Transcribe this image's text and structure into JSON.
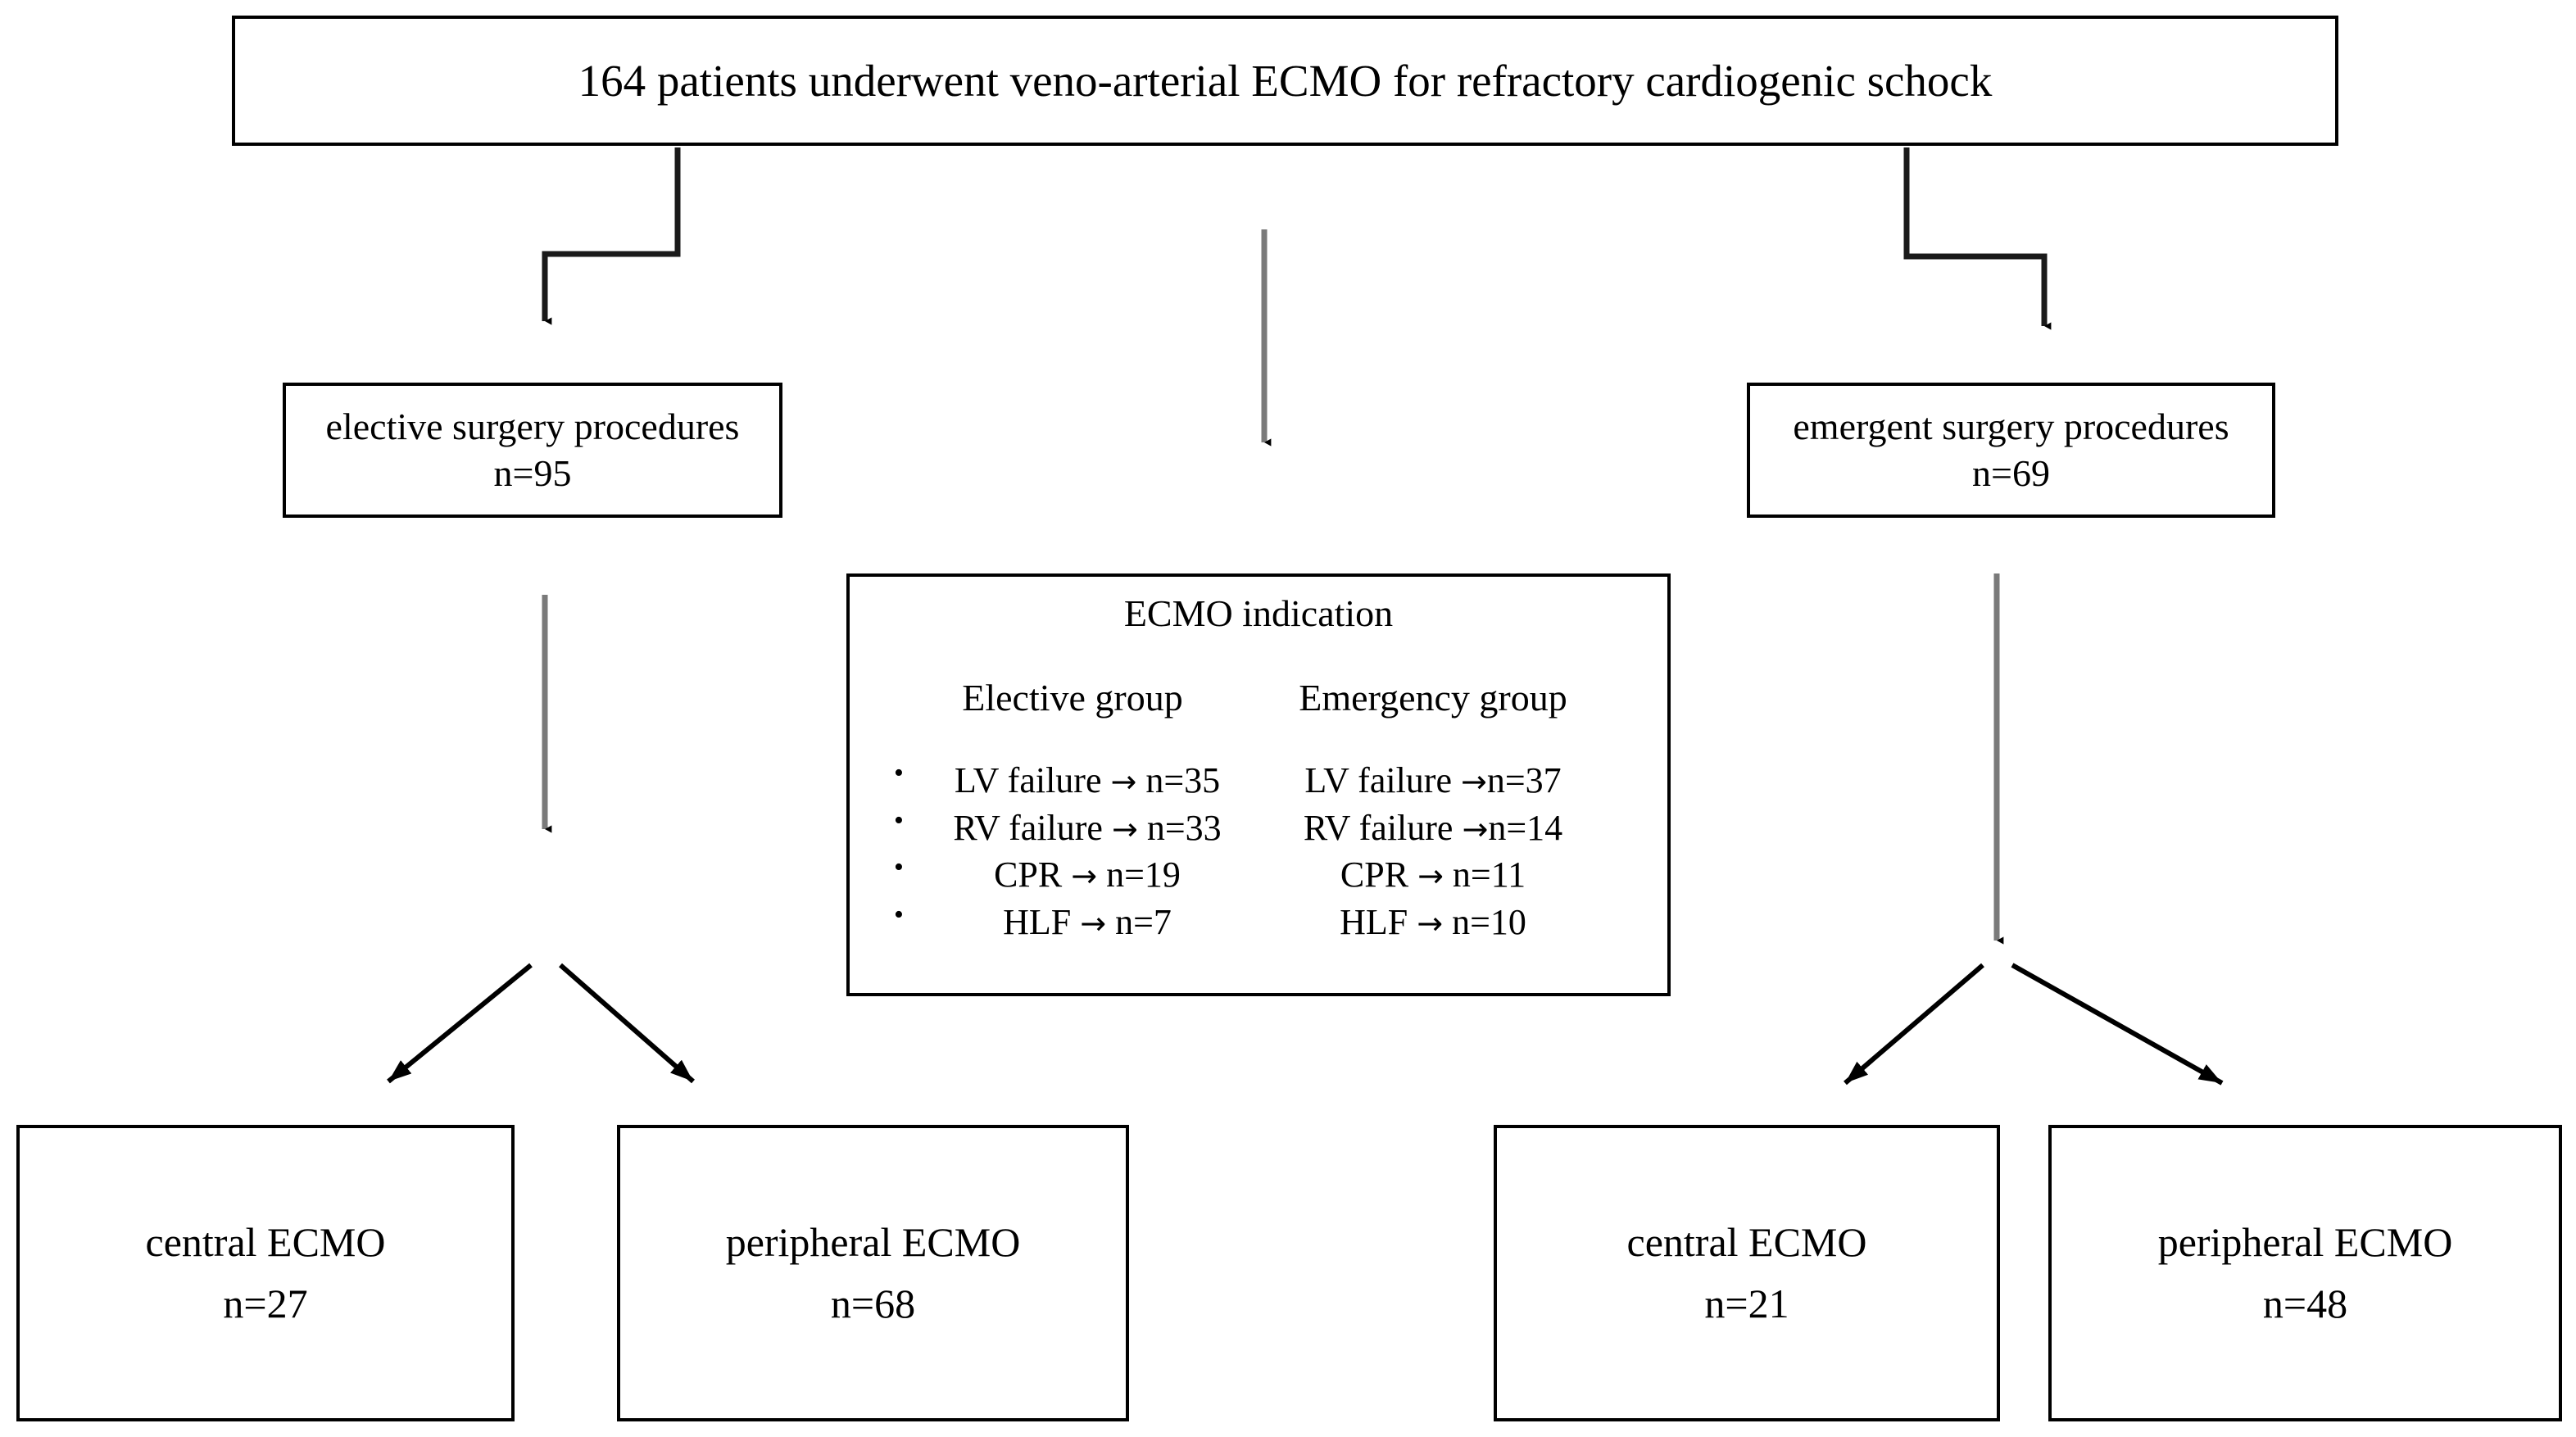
{
  "diagram": {
    "title_box": {
      "text": "164 patients underwent veno-arterial ECMO for refractory cardiogenic schock"
    },
    "elective_box": {
      "label": "elective surgery procedures",
      "count": "n=95"
    },
    "emergent_box": {
      "label": "emergent surgery procedures",
      "count": "n=69"
    },
    "indication_box": {
      "title": "ECMO indication",
      "columns": [
        {
          "heading": "Elective group",
          "items": [
            {
              "cause": "LV failure",
              "arrow": "→",
              "count": "n=35"
            },
            {
              "cause": "RV failure",
              "arrow": "→",
              "count": "n=33"
            },
            {
              "cause": "CPR",
              "arrow": "→",
              "count": "n=19"
            },
            {
              "cause": "HLF",
              "arrow": "→",
              "count": "n=7"
            }
          ]
        },
        {
          "heading": "Emergency group",
          "items": [
            {
              "cause": "LV failure",
              "arrow": "→",
              "count": "n=37"
            },
            {
              "cause": "RV failure",
              "arrow": "→",
              "count": "n=14"
            },
            {
              "cause": "CPR",
              "arrow": "→",
              "count": "n=11"
            },
            {
              "cause": "HLF",
              "arrow": "→",
              "count": "n=10"
            }
          ]
        }
      ]
    },
    "outcome_boxes": [
      {
        "label": "central ECMO",
        "count": "n=27"
      },
      {
        "label": "peripheral ECMO",
        "count": "n=68"
      },
      {
        "label": "central ECMO",
        "count": "n=21"
      },
      {
        "label": "peripheral ECMO",
        "count": "n=48"
      }
    ],
    "colors": {
      "border": "#000000",
      "text": "#000000",
      "background": "#ffffff",
      "connector_dark": "#000000",
      "connector_gray": "#7a7a7a"
    }
  }
}
